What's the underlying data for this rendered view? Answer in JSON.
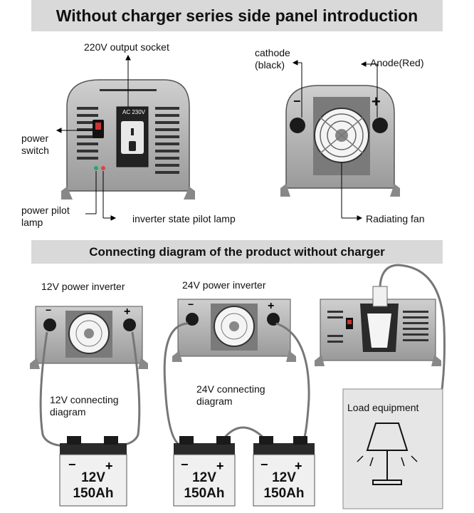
{
  "header": {
    "title": "Without charger series side panel introduction"
  },
  "side_panel": {
    "output_socket": "220V output socket",
    "socket_marking": "AC 230V",
    "power_switch": "power\nswitch",
    "power_pilot": "power pilot\nlamp",
    "state_pilot": "inverter state pilot lamp",
    "cathode": "cathode\n(black)",
    "anode": "Anode(Red)",
    "fan": "Radiating fan"
  },
  "section2": {
    "title": "Connecting diagram of the product without charger"
  },
  "diagram": {
    "inv12_title": "12V power inverter",
    "inv24_title": "24V power inverter",
    "conn12": "12V connecting\ndiagram",
    "conn24": "24V connecting\ndiagram",
    "load": "Load equipment",
    "minus": "−",
    "plus": "+",
    "battery_voltage": "12V",
    "battery_capacity": "150Ah"
  }
}
